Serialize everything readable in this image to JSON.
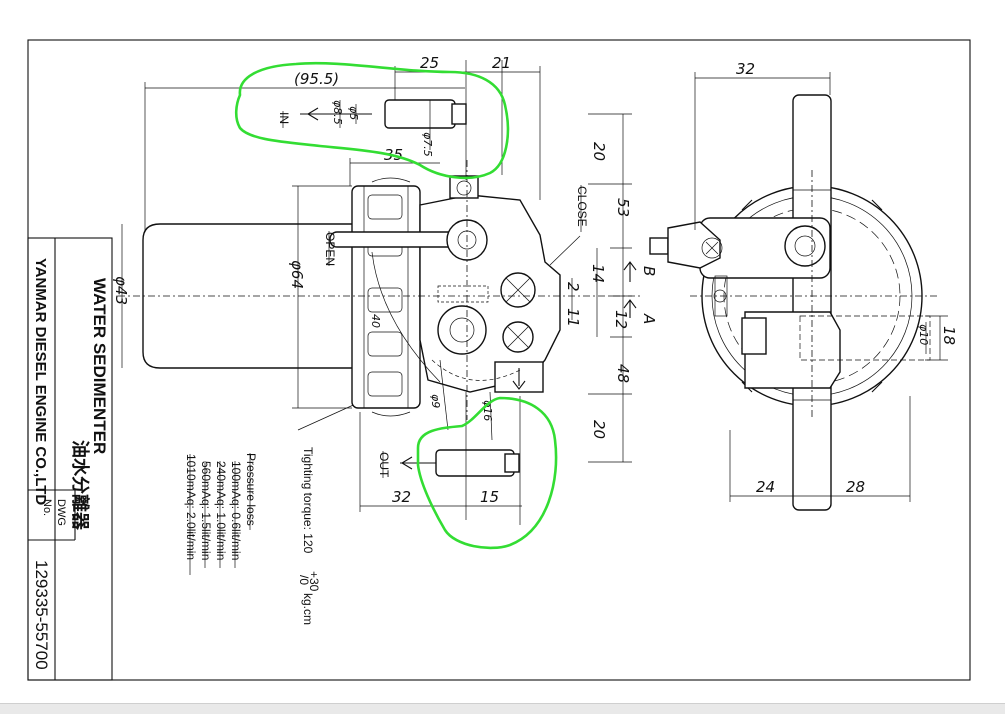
{
  "title_block": {
    "title": "WATER SEDIMENTER",
    "title_jp": "油水分離器",
    "company": "YANMAR DIESEL ENGINE CO.,LTD",
    "dwg_label": "DWG",
    "no_label": "No.",
    "dwg_number": "129335-55700"
  },
  "pressure_loss": {
    "heading": "Pressure loss",
    "rows": [
      "100mAq: 0.6lit/min",
      "240mAq: 1.0lit/min",
      "560mAq: 1.5lit/min",
      "1010mAq: 2.0lit/min"
    ]
  },
  "torque": {
    "prefix": "Tighting torque: 120",
    "sup": "+30",
    "sub": "/0",
    "unit": "kg.cm"
  },
  "labels": {
    "in": "IN",
    "out": "OUT",
    "open": "OPEN",
    "close": "CLOSE",
    "view_a": "A",
    "view_b": "B"
  },
  "dimensions": {
    "d95_5": "(95.5)",
    "d25": "25",
    "d21": "21",
    "d35": "35",
    "d20_top": "20",
    "d53": "53",
    "d14": "14",
    "d12": "12",
    "d2": "2",
    "d11": "11",
    "d48": "48",
    "d20_bottom": "20",
    "d32_bottom": "32",
    "d15": "15",
    "phi43": "φ43",
    "phi64": "φ64",
    "phi8_5": "φ8.5",
    "phi5": "φ5",
    "phi7_5": "φ7.5",
    "phi9": "φ9",
    "phi16": "φ16",
    "r40": "40",
    "d32_right": "32",
    "d24": "24",
    "d28": "28",
    "phi10": "φ10",
    "d18": "18"
  }
}
